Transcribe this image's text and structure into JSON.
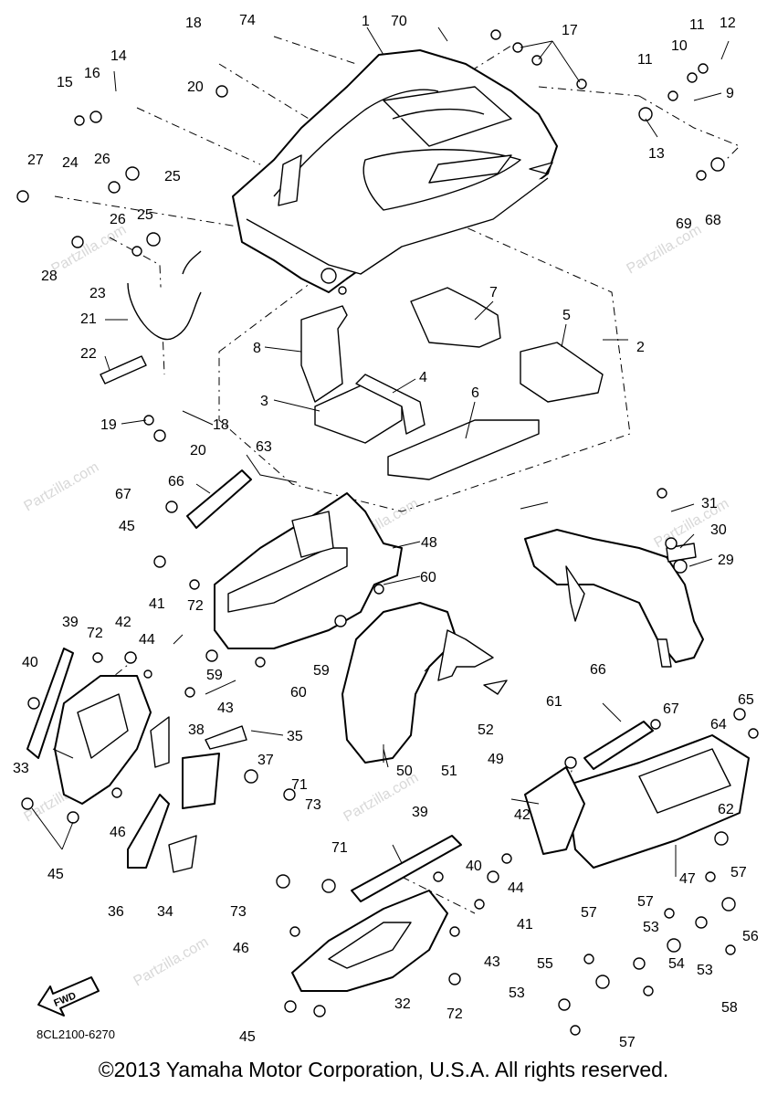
{
  "diagram": {
    "code": "8CL2100-6270",
    "copyright": "©2013 Yamaha Motor Corporation, U.S.A. All rights reserved.",
    "watermark": "Partzilla.com",
    "fwd_label": "FWD",
    "callouts": {
      "c1": "1",
      "c2": "2",
      "c3": "3",
      "c4": "4",
      "c5": "5",
      "c6": "6",
      "c7": "7",
      "c8": "8",
      "c9": "9",
      "c10": "10",
      "c11a": "11",
      "c11b": "11",
      "c12": "12",
      "c13": "13",
      "c14": "14",
      "c15": "15",
      "c16": "16",
      "c17": "17",
      "c18a": "18",
      "c18b": "18",
      "c19": "19",
      "c20a": "20",
      "c20b": "20",
      "c21": "21",
      "c22": "22",
      "c23": "23",
      "c24": "24",
      "c25a": "25",
      "c25b": "25",
      "c26a": "26",
      "c26b": "26",
      "c27": "27",
      "c28": "28",
      "c29": "29",
      "c30": "30",
      "c31": "31",
      "c32": "32",
      "c33": "33",
      "c34": "34",
      "c35": "35",
      "c36": "36",
      "c37": "37",
      "c38": "38",
      "c39a": "39",
      "c39b": "39",
      "c40a": "40",
      "c40b": "40",
      "c41a": "41",
      "c41b": "41",
      "c42a": "42",
      "c42b": "42",
      "c43a": "43",
      "c43b": "43",
      "c44a": "44",
      "c44b": "44",
      "c45a": "45",
      "c45b": "45",
      "c45c": "45",
      "c46a": "46",
      "c46b": "46",
      "c47": "47",
      "c48": "48",
      "c49": "49",
      "c50": "50",
      "c51": "51",
      "c52": "52",
      "c53a": "53",
      "c53b": "53",
      "c53c": "53",
      "c54": "54",
      "c55": "55",
      "c56": "56",
      "c57a": "57",
      "c57b": "57",
      "c57c": "57",
      "c57d": "57",
      "c58": "58",
      "c59a": "59",
      "c59b": "59",
      "c60a": "60",
      "c60b": "60",
      "c61": "61",
      "c62": "62",
      "c63": "63",
      "c64": "64",
      "c65": "65",
      "c66a": "66",
      "c66b": "66",
      "c67a": "67",
      "c67b": "67",
      "c68": "68",
      "c69": "69",
      "c70": "70",
      "c71a": "71",
      "c71b": "71",
      "c72a": "72",
      "c72b": "72",
      "c72c": "72",
      "c73a": "73",
      "c73b": "73",
      "c74": "74"
    }
  }
}
